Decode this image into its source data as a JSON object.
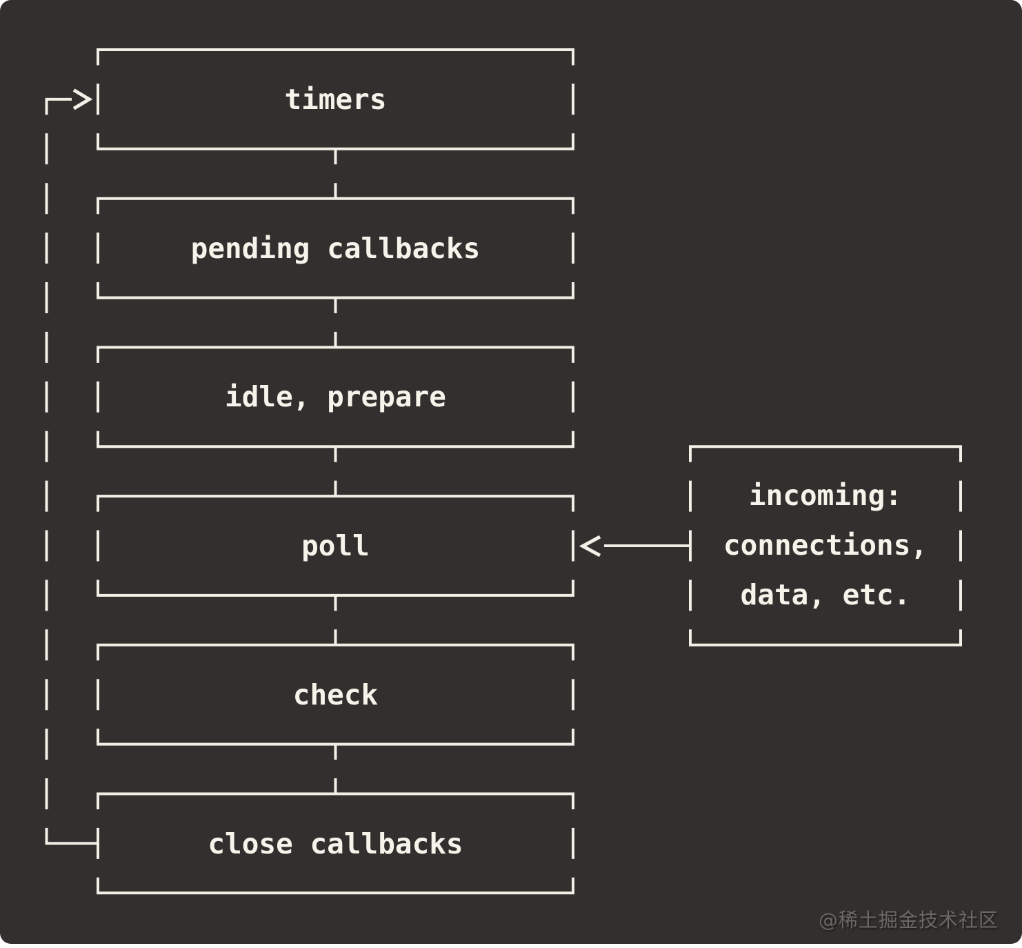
{
  "diagram": {
    "boxes": {
      "timers": {
        "label": "timers"
      },
      "pending_callbacks": {
        "label": "pending callbacks"
      },
      "idle_prepare": {
        "label": "idle, prepare"
      },
      "poll": {
        "label": "poll"
      },
      "check": {
        "label": "check"
      },
      "close_callbacks": {
        "label": "close callbacks"
      },
      "incoming": {
        "line1": "incoming:",
        "line2": "connections,",
        "line3": "data, etc."
      }
    },
    "colors": {
      "page_background": "#ffffff",
      "card_background": "#322f2e",
      "line": "#f2efe7",
      "label_text": "#f6f3ea",
      "watermark_text": "#6b6865"
    }
  },
  "watermark": {
    "text": "@稀土掘金技术社区"
  }
}
